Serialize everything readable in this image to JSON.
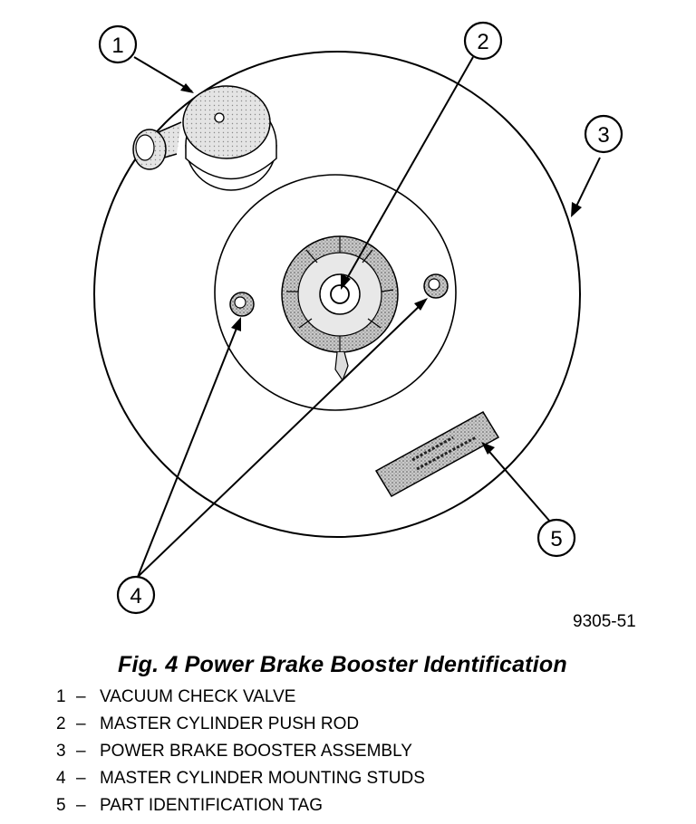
{
  "figure": {
    "id": "9305-51",
    "title": "Fig. 4 Power Brake Booster Identification"
  },
  "callouts": [
    {
      "number": "1"
    },
    {
      "number": "2"
    },
    {
      "number": "3"
    },
    {
      "number": "4"
    },
    {
      "number": "5"
    }
  ],
  "legend": [
    {
      "number": "1",
      "dash": "–",
      "label": "VACUUM CHECK VALVE"
    },
    {
      "number": "2",
      "dash": "–",
      "label": "MASTER CYLINDER PUSH ROD"
    },
    {
      "number": "3",
      "dash": "–",
      "label": "POWER BRAKE BOOSTER ASSEMBLY"
    },
    {
      "number": "4",
      "dash": "–",
      "label": "MASTER CYLINDER MOUNTING STUDS"
    },
    {
      "number": "5",
      "dash": "–",
      "label": "PART IDENTIFICATION TAG"
    }
  ]
}
